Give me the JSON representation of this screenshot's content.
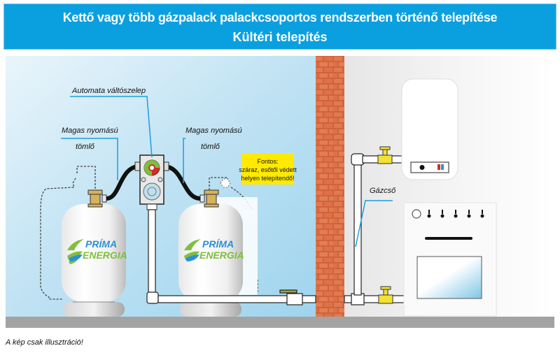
{
  "header": {
    "title": "Kettő vagy több gázpalack palackcsoportos rendszerben történő telepítése",
    "subtitle": "Kültéri telepítés"
  },
  "labels": {
    "valve": "Automata váltószelep",
    "hose_left_line1": "Magas nyomású",
    "hose_left_line2": "tömlő",
    "hose_right_line1": "Magas nyomású",
    "hose_right_line2": "tömlő",
    "gas_pipe": "Gázcső"
  },
  "note": {
    "line1": "Fontos:",
    "line2": "száraz, esőtől védett",
    "line3": "helyen telepítendő!",
    "background": "#ffea00"
  },
  "cylinders": [
    {
      "brand_line1": "PRÍMA",
      "brand_line2": "ENERGIA"
    },
    {
      "brand_line1": "PRÍMA",
      "brand_line2": "ENERGIA"
    }
  ],
  "footer": {
    "disclaimer": "A kép csak illusztráció!"
  },
  "colors": {
    "header_bg": "#0aa0e0",
    "brick": "#d2623a",
    "leader_line": "#1a9fdc",
    "brass": "#d6b25c",
    "valve_yellow": "#f2e233"
  }
}
